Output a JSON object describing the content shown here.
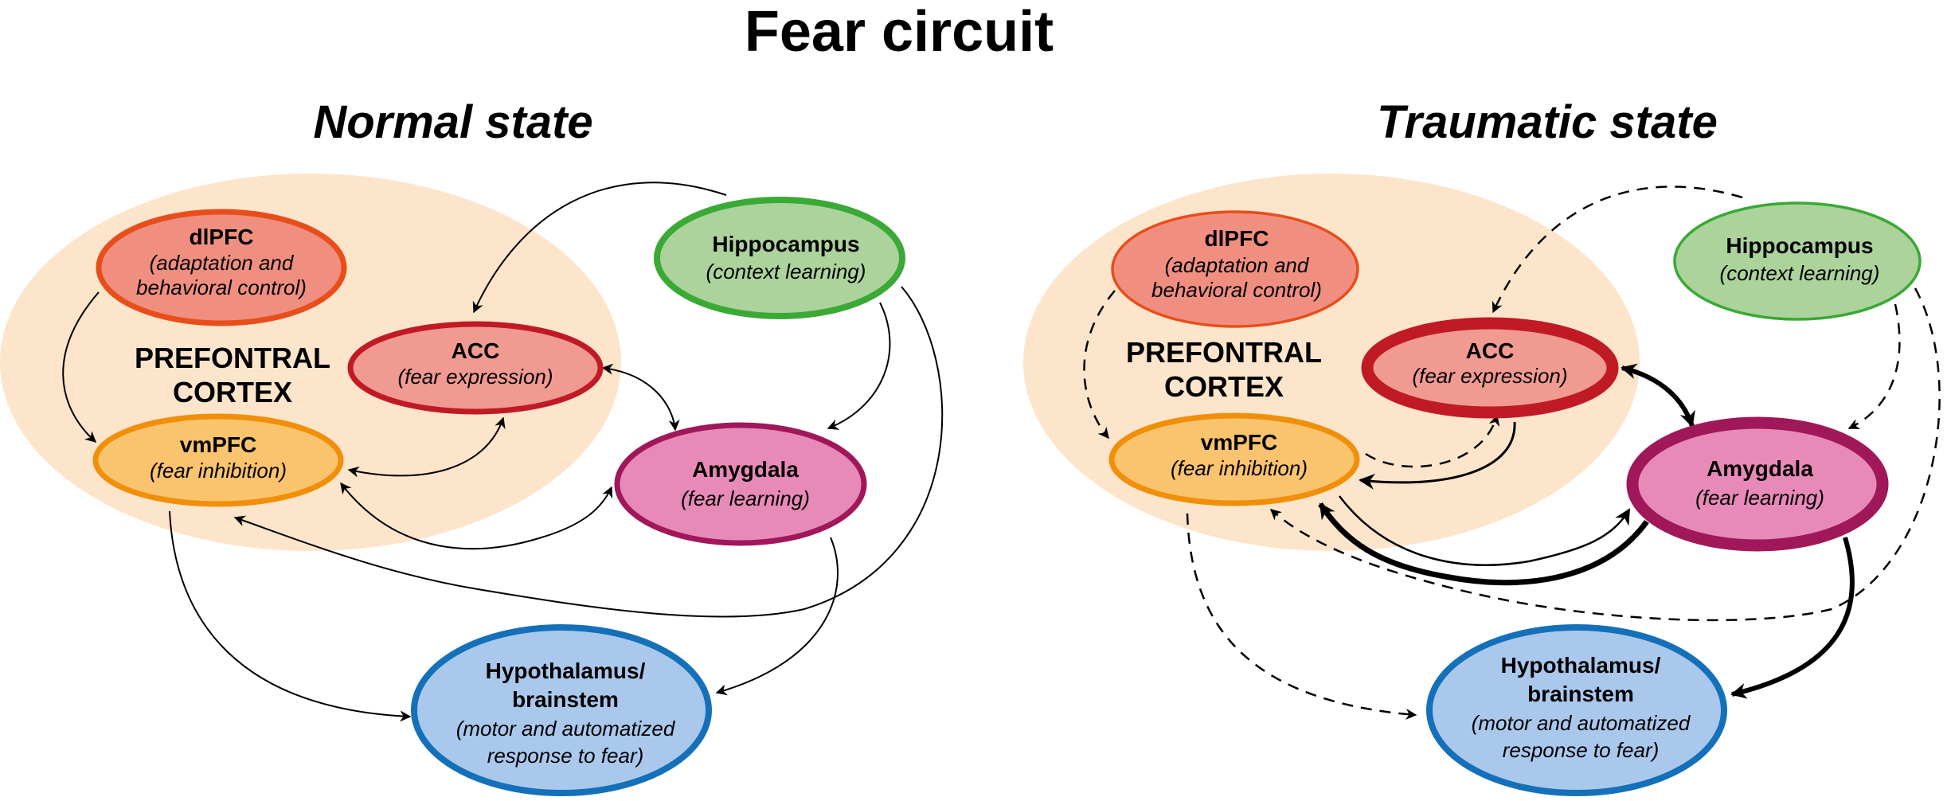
{
  "title": "Fear circuit",
  "colors": {
    "prefrontal_region": "#fde5cc",
    "dlPFC_fill": "#f08f80",
    "dlPFC_stroke": "#e84e1b",
    "ACC_fill": "#f09a92",
    "ACC_stroke": "#c01a24",
    "vmPFC_fill": "#fac36e",
    "vmPFC_stroke": "#f0900a",
    "hippocampus_fill": "#acd39c",
    "hippocampus_stroke": "#3aa935",
    "amygdala_fill": "#e88ab8",
    "amygdala_stroke": "#a0185a",
    "hypothalamus_fill": "#aac8ec",
    "hypothalamus_stroke": "#1470b8",
    "arrow": "#000000"
  },
  "panels": [
    {
      "id": "normal",
      "heading": "Normal state",
      "region_label": [
        "PREFONTRAL",
        "CORTEX"
      ],
      "nodes": {
        "dlPFC": {
          "name": "dlPFC",
          "desc": [
            "(adaptation and",
            "behavioral control)"
          ]
        },
        "ACC": {
          "name": "ACC",
          "desc": [
            "(fear expression)"
          ]
        },
        "vmPFC": {
          "name": "vmPFC",
          "desc": [
            "(fear inhibition)"
          ]
        },
        "hippocampus": {
          "name": "Hippocampus",
          "desc": [
            "(context learning)"
          ]
        },
        "amygdala": {
          "name": "Amygdala",
          "desc": [
            "(fear learning)"
          ]
        },
        "hypothalamus": {
          "name": [
            "Hypothalamus/",
            "brainstem"
          ],
          "desc": [
            "(motor and automatized",
            "response to fear)"
          ]
        }
      },
      "edges": [
        {
          "from": "dlPFC",
          "to": "vmPFC",
          "style": "solid",
          "weight": "thin",
          "direction": "forward"
        },
        {
          "from": "hippocampus",
          "to": "ACC",
          "style": "solid",
          "weight": "thin",
          "direction": "forward"
        },
        {
          "from": "hippocampus",
          "to": "amygdala",
          "style": "solid",
          "weight": "thin",
          "direction": "forward"
        },
        {
          "from": "hippocampus",
          "to": "vmPFC",
          "style": "solid",
          "weight": "thin",
          "direction": "forward"
        },
        {
          "from": "ACC",
          "to": "amygdala",
          "style": "solid",
          "weight": "thin",
          "direction": "both"
        },
        {
          "from": "vmPFC",
          "to": "ACC",
          "style": "solid",
          "weight": "thin",
          "direction": "both"
        },
        {
          "from": "vmPFC",
          "to": "amygdala",
          "style": "solid",
          "weight": "thin",
          "direction": "both"
        },
        {
          "from": "vmPFC",
          "to": "hypothalamus",
          "style": "solid",
          "weight": "thin",
          "direction": "forward"
        },
        {
          "from": "amygdala",
          "to": "hypothalamus",
          "style": "solid",
          "weight": "thin",
          "direction": "forward"
        }
      ]
    },
    {
      "id": "traumatic",
      "heading": "Traumatic state",
      "region_label": [
        "PREFONTRAL",
        "CORTEX"
      ],
      "nodes": {
        "dlPFC": {
          "name": "dlPFC",
          "desc": [
            "(adaptation and",
            "behavioral control)"
          ]
        },
        "ACC": {
          "name": "ACC",
          "desc": [
            "(fear expression)"
          ]
        },
        "vmPFC": {
          "name": "vmPFC",
          "desc": [
            "(fear inhibition)"
          ]
        },
        "hippocampus": {
          "name": "Hippocampus",
          "desc": [
            "(context learning)"
          ]
        },
        "amygdala": {
          "name": "Amygdala",
          "desc": [
            "(fear learning)"
          ]
        },
        "hypothalamus": {
          "name": [
            "Hypothalamus/",
            "brainstem"
          ],
          "desc": [
            "(motor and automatized",
            "response to fear)"
          ]
        }
      },
      "edges": [
        {
          "from": "dlPFC",
          "to": "vmPFC",
          "style": "dashed",
          "weight": "thin",
          "direction": "forward"
        },
        {
          "from": "hippocampus",
          "to": "ACC",
          "style": "dashed",
          "weight": "thin",
          "direction": "forward"
        },
        {
          "from": "hippocampus",
          "to": "amygdala",
          "style": "dashed",
          "weight": "thin",
          "direction": "forward"
        },
        {
          "from": "hippocampus",
          "to": "vmPFC",
          "style": "dashed",
          "weight": "thin",
          "direction": "forward"
        },
        {
          "from": "amygdala",
          "to": "ACC",
          "style": "solid",
          "weight": "thick",
          "direction": "both"
        },
        {
          "from": "vmPFC",
          "to": "ACC",
          "style": "dashed",
          "weight": "thin",
          "direction": "forward"
        },
        {
          "from": "ACC",
          "to": "vmPFC",
          "style": "solid",
          "weight": "thin",
          "direction": "forward"
        },
        {
          "from": "vmPFC",
          "to": "amygdala",
          "style": "solid",
          "weight": "thin",
          "direction": "forward"
        },
        {
          "from": "amygdala",
          "to": "vmPFC",
          "style": "solid",
          "weight": "thick",
          "direction": "forward"
        },
        {
          "from": "vmPFC",
          "to": "hypothalamus",
          "style": "dashed",
          "weight": "thin",
          "direction": "forward"
        },
        {
          "from": "amygdala",
          "to": "hypothalamus",
          "style": "solid",
          "weight": "thick",
          "direction": "forward"
        }
      ]
    }
  ]
}
